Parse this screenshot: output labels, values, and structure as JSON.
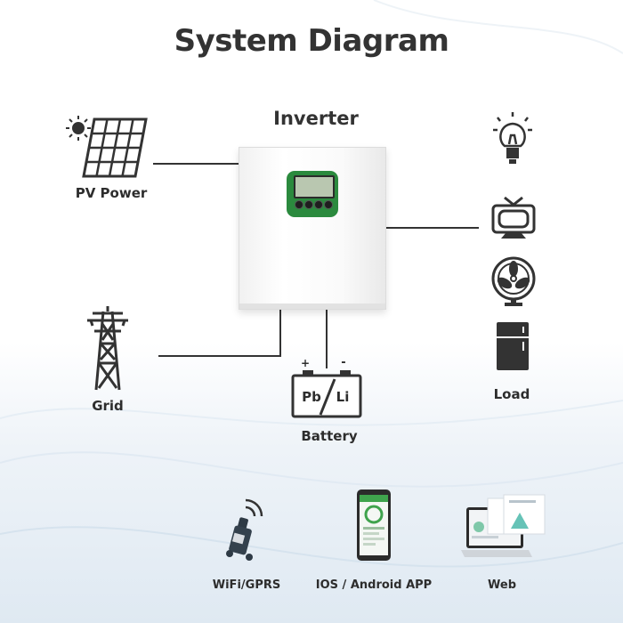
{
  "title": "System Diagram",
  "inverter": {
    "label": "Inverter"
  },
  "pv": {
    "label": "PV Power"
  },
  "grid": {
    "label": "Grid"
  },
  "battery": {
    "label": "Battery",
    "pb": "Pb",
    "li": "Li",
    "plus": "+",
    "minus": "-"
  },
  "load": {
    "label": "Load"
  },
  "monitoring": [
    {
      "label": "WiFi/GPRS"
    },
    {
      "label": "IOS / Android APP"
    },
    {
      "label": "Web"
    }
  ]
}
